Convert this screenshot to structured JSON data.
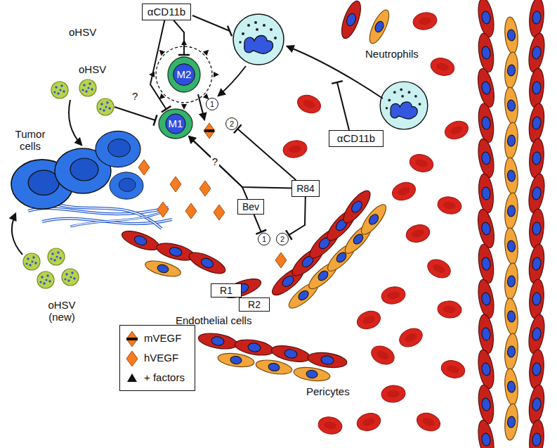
{
  "diagram": {
    "nodes": [
      {
        "text": [
          "αCD11b"
        ]
      },
      {
        "text": [
          "M2"
        ]
      },
      {
        "text": [
          "M1"
        ]
      },
      {
        "text": [
          "1"
        ]
      },
      {
        "text": [
          "2"
        ]
      },
      {
        "text": [
          "αCD11b"
        ]
      },
      {
        "text": [
          "R84"
        ]
      },
      {
        "text": [
          "Bev"
        ]
      },
      {
        "text": [
          "1"
        ]
      },
      {
        "text": [
          "2"
        ]
      },
      {
        "text": [
          "R1"
        ]
      },
      {
        "text": [
          "R2"
        ]
      }
    ],
    "edges": [
      {
        "from": 0,
        "to": 2,
        "arrow": "to"
      },
      {
        "from": 0,
        "to": 1,
        "arrow": "to"
      },
      {
        "from": 6,
        "to": 4,
        "arrow": "to"
      },
      {
        "from": 6,
        "to": 2,
        "label": "?",
        "arrow": "to"
      },
      {
        "from": 7,
        "to": 2,
        "arrow": "to"
      },
      {
        "from": 7,
        "to": 8,
        "arrow": "to"
      },
      {
        "from": 6,
        "to": 9,
        "arrow": "to"
      }
    ],
    "labels": [
      "oHSV",
      "oHSV",
      "?",
      "Tumor cells",
      "Neutrophils",
      "Endothelial cells",
      "oHSV (new)",
      "Pericytes"
    ],
    "legend": [
      {
        "text": "mVEGF"
      },
      {
        "text": "hVEGF"
      },
      {
        "text": "+ factors"
      }
    ]
  }
}
